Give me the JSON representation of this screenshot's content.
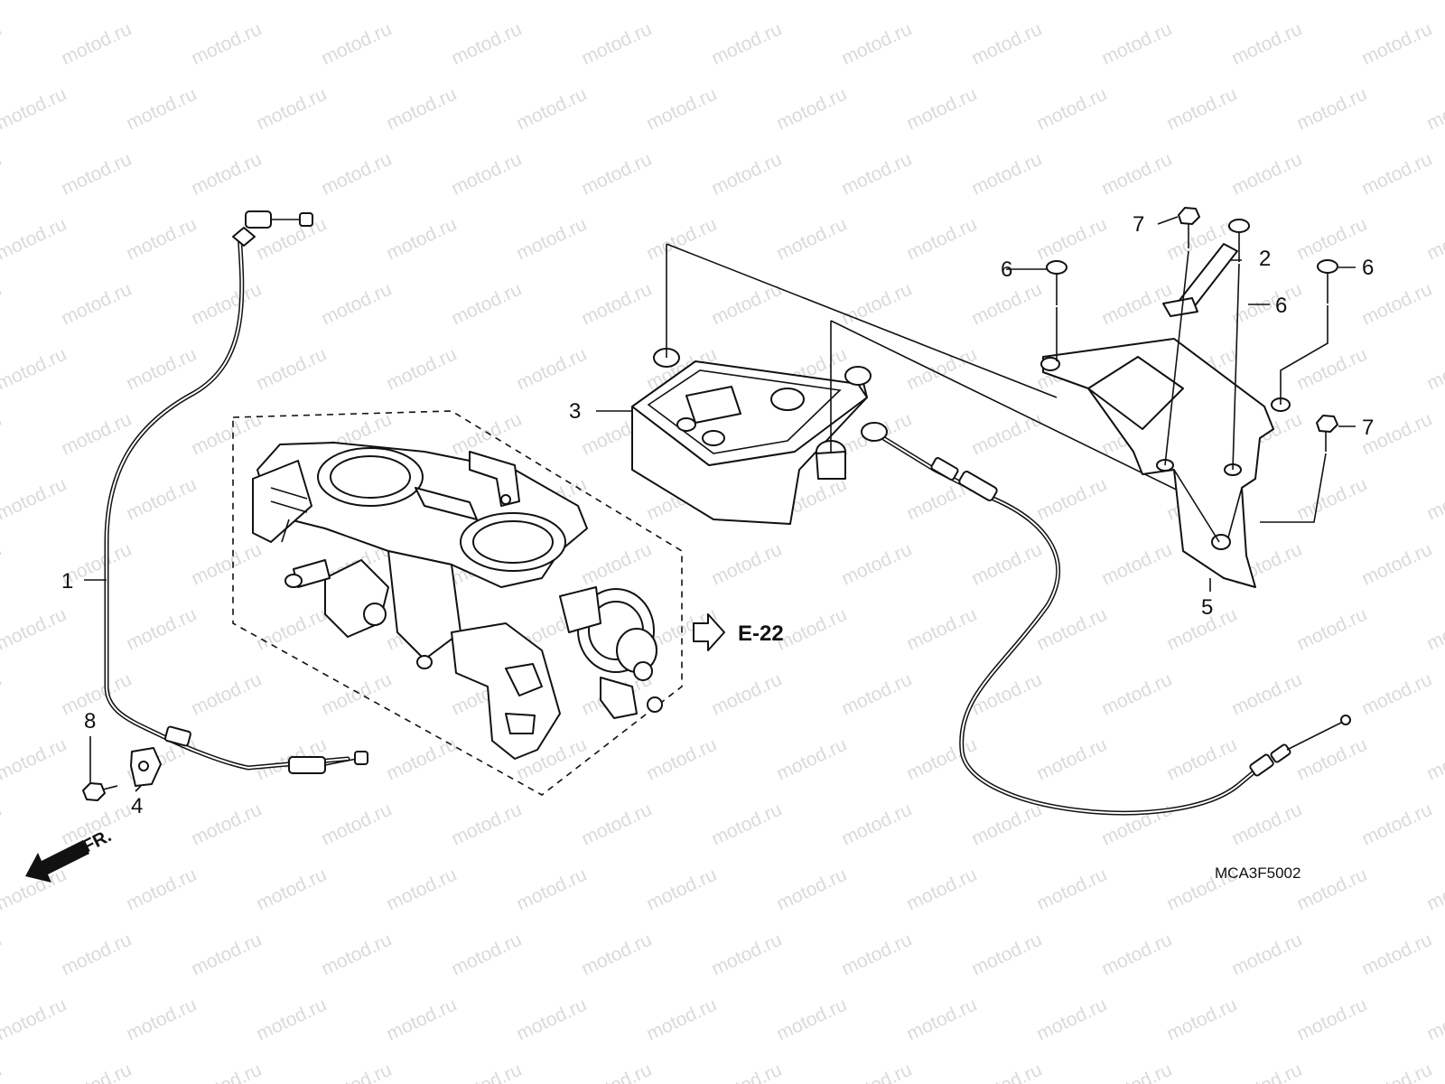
{
  "watermark": {
    "text": "motod.ru",
    "color": "#dadada"
  },
  "callouts": [
    {
      "id": "1",
      "label": "1"
    },
    {
      "id": "2",
      "label": "2"
    },
    {
      "id": "3",
      "label": "3"
    },
    {
      "id": "4",
      "label": "4"
    },
    {
      "id": "5",
      "label": "5"
    },
    {
      "id": "6a",
      "label": "6"
    },
    {
      "id": "6b",
      "label": "6"
    },
    {
      "id": "6c",
      "label": "6"
    },
    {
      "id": "7a",
      "label": "7"
    },
    {
      "id": "7b",
      "label": "7"
    },
    {
      "id": "8",
      "label": "8"
    }
  ],
  "reference": {
    "label": "E-22",
    "icon": "hollow-arrow-right-icon"
  },
  "front_indicator": {
    "label": "FR.",
    "icon": "arrow-down-left-icon"
  },
  "diagram_code": "MCA3F5002"
}
